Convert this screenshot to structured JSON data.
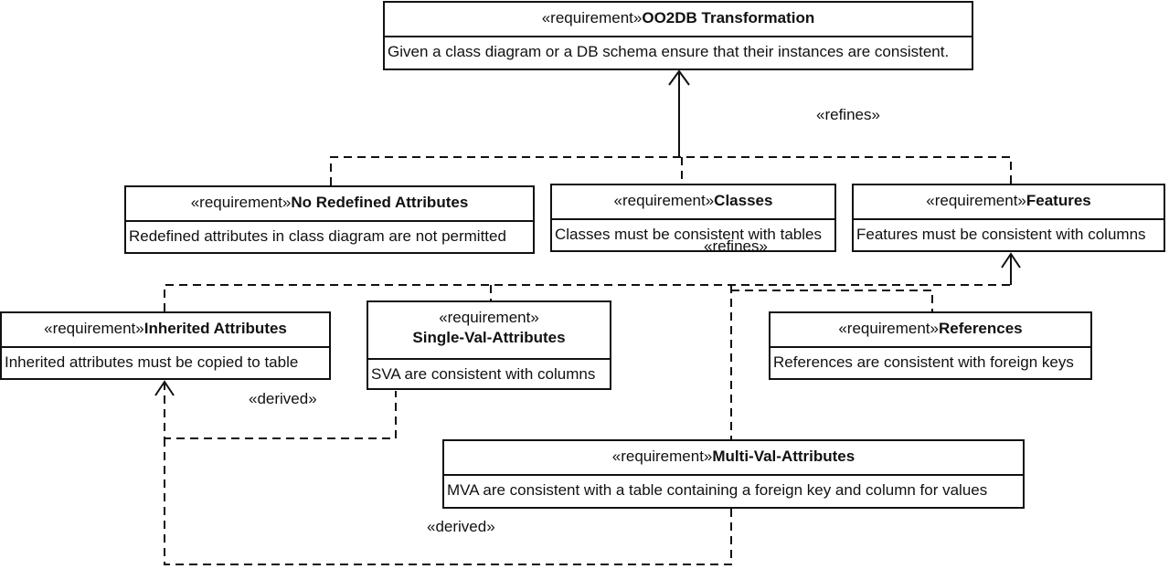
{
  "stereotype": "«requirement»",
  "requirements": {
    "oo2db": {
      "name": "OO2DB Transformation",
      "text": "Given a class diagram or a DB schema ensure that their instances are consistent."
    },
    "no_redef": {
      "name": "No Redefined Attributes",
      "text": "Redefined attributes in class diagram are not permitted"
    },
    "classes": {
      "name": "Classes",
      "text": "Classes must be consistent with tables"
    },
    "features": {
      "name": "Features",
      "text": "Features must be consistent with columns"
    },
    "inherited": {
      "name": "Inherited Attributes",
      "text": "Inherited attributes must be copied to table"
    },
    "sva": {
      "name": "Single-Val-Attributes",
      "text": "SVA are consistent with columns"
    },
    "references": {
      "name": "References",
      "text": "References are consistent with foreign keys"
    },
    "mva": {
      "name": "Multi-Val-Attributes",
      "text": "MVA are consistent with a table containing a foreign key and column for values"
    }
  },
  "relations": {
    "refines_top": "«refines»",
    "refines_mid": "«refines»",
    "derived_sva": "«derived»",
    "derived_mva": "«derived»"
  }
}
